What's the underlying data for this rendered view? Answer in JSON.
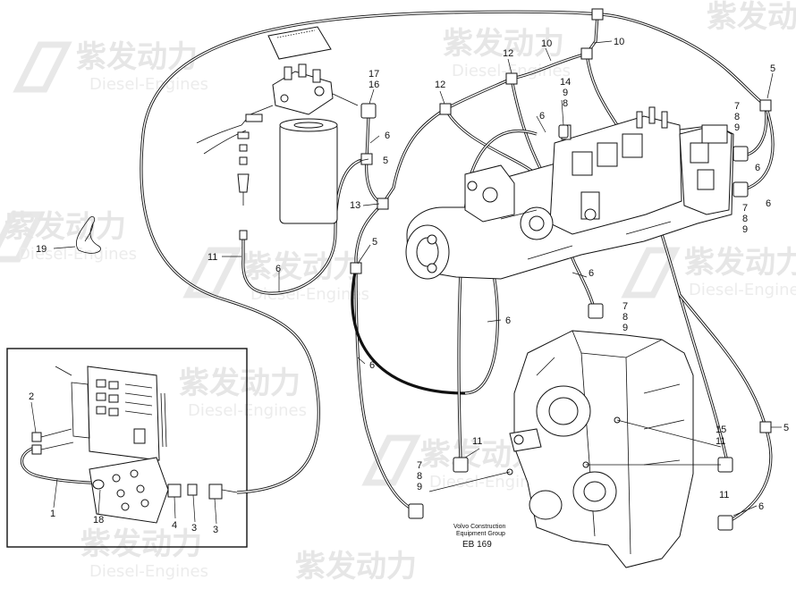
{
  "watermark": {
    "cn": "紫发动力",
    "en": "Diesel-Engines"
  },
  "caption": {
    "line1": "Volvo Construction",
    "line2": "Equipment Group",
    "code": "EB 169"
  },
  "callouts": [
    {
      "id": "c-17",
      "text": "17"
    },
    {
      "id": "c-16",
      "text": "16"
    },
    {
      "id": "c-6a",
      "text": "6"
    },
    {
      "id": "c-5a",
      "text": "5"
    },
    {
      "id": "c-13",
      "text": "13"
    },
    {
      "id": "c-5b",
      "text": "5"
    },
    {
      "id": "c-11a",
      "text": "11"
    },
    {
      "id": "c-6b",
      "text": "6"
    },
    {
      "id": "c-19",
      "text": "19"
    },
    {
      "id": "c-12a",
      "text": "12"
    },
    {
      "id": "c-12b",
      "text": "12"
    },
    {
      "id": "c-10a",
      "text": "10"
    },
    {
      "id": "c-10b",
      "text": "10"
    },
    {
      "id": "c-14",
      "text": "14"
    },
    {
      "id": "c-9a",
      "text": "9"
    },
    {
      "id": "c-8a",
      "text": "8"
    },
    {
      "id": "c-6c",
      "text": "6"
    },
    {
      "id": "c-5c",
      "text": "5"
    },
    {
      "id": "c-7a",
      "text": "7"
    },
    {
      "id": "c-8b",
      "text": "8"
    },
    {
      "id": "c-9b",
      "text": "9"
    },
    {
      "id": "c-6d",
      "text": "6"
    },
    {
      "id": "c-6e",
      "text": "6"
    },
    {
      "id": "c-7b",
      "text": "7"
    },
    {
      "id": "c-8c",
      "text": "8"
    },
    {
      "id": "c-9c",
      "text": "9"
    },
    {
      "id": "c-6f",
      "text": "6"
    },
    {
      "id": "c-7c",
      "text": "7"
    },
    {
      "id": "c-8d",
      "text": "8"
    },
    {
      "id": "c-9d",
      "text": "9"
    },
    {
      "id": "c-6g",
      "text": "6"
    },
    {
      "id": "c-6h",
      "text": "6"
    },
    {
      "id": "c-11b",
      "text": "11"
    },
    {
      "id": "c-7d",
      "text": "7"
    },
    {
      "id": "c-8e",
      "text": "8"
    },
    {
      "id": "c-9e",
      "text": "9"
    },
    {
      "id": "c-15",
      "text": "15"
    },
    {
      "id": "c-11c",
      "text": "11"
    },
    {
      "id": "c-5d",
      "text": "5"
    },
    {
      "id": "c-11d",
      "text": "11"
    },
    {
      "id": "c-6i",
      "text": "6"
    },
    {
      "id": "c-2",
      "text": "2"
    },
    {
      "id": "c-1",
      "text": "1"
    },
    {
      "id": "c-18",
      "text": "18"
    },
    {
      "id": "c-4",
      "text": "4"
    },
    {
      "id": "c-3a",
      "text": "3"
    },
    {
      "id": "c-3b",
      "text": "3"
    }
  ]
}
